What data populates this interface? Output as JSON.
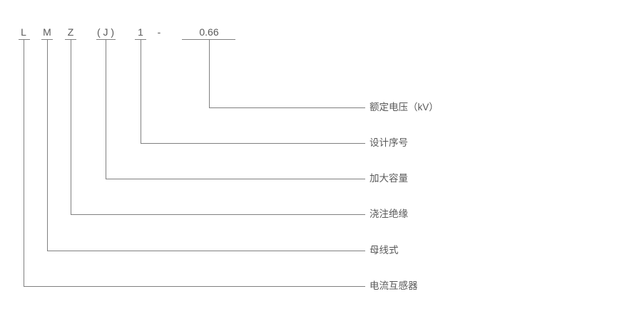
{
  "colors": {
    "line": "#808080",
    "text": "#595959",
    "background": "#ffffff"
  },
  "model_code": {
    "separator": "-",
    "segments": [
      {
        "char": "L",
        "label": "电流互感器"
      },
      {
        "char": "M",
        "label": "母线式"
      },
      {
        "char": "Z",
        "label": "浇注绝缘"
      },
      {
        "char": "( J )",
        "label": "加大容量"
      },
      {
        "char": "1",
        "label": "设计序号"
      },
      {
        "char": "0.66",
        "label": "额定电压（kV）"
      }
    ]
  }
}
